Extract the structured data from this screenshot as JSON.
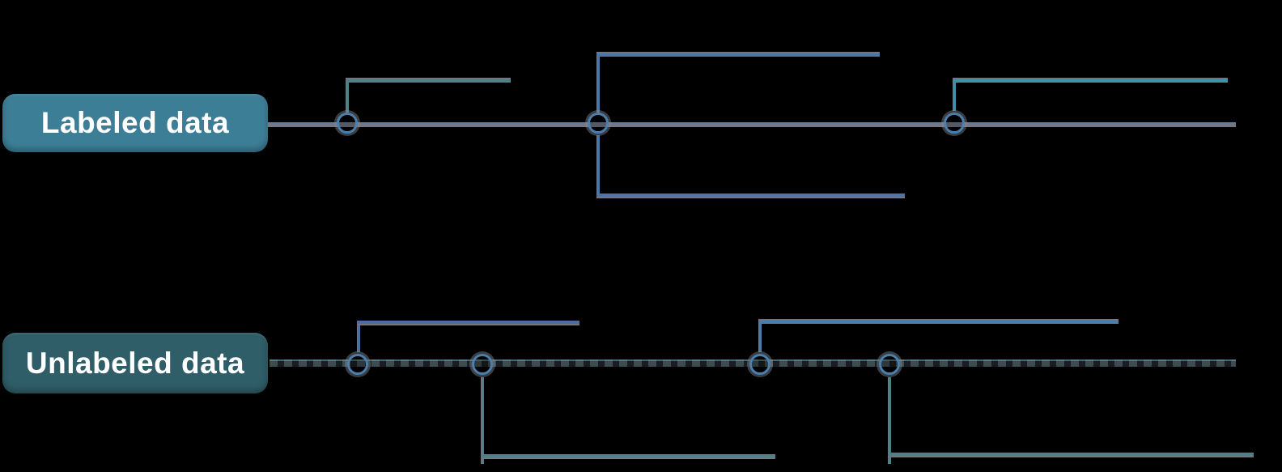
{
  "diagram": {
    "title_visible_text": [
      "Labeled data",
      "Unlabeled data"
    ],
    "tracks": [
      {
        "id": "labeled",
        "label": "Labeled data",
        "badge_color": "#3d7e97",
        "milestone_count": 3,
        "connector_count": 4
      },
      {
        "id": "unlabeled",
        "label": "Unlabeled data",
        "badge_color": "#2f5d68",
        "milestone_count": 4,
        "connector_count": 4
      }
    ],
    "colors": {
      "background": "#000000",
      "badge_text": "#ffffff",
      "timeline_gray": "#7a7580",
      "timeline_blue_edge": "#5b7ea0",
      "unlabeled_dash_light": "#3c4c50",
      "unlabeled_dash_dark": "#191f21",
      "connector_gray": "#76747c",
      "connector_teal": "#4e8089",
      "connector_blue": "#4c74a4",
      "connector_steel": "#4c7ca8",
      "connector_cyan": "#3e93a6",
      "node_ring": "#4a7fae"
    }
  }
}
